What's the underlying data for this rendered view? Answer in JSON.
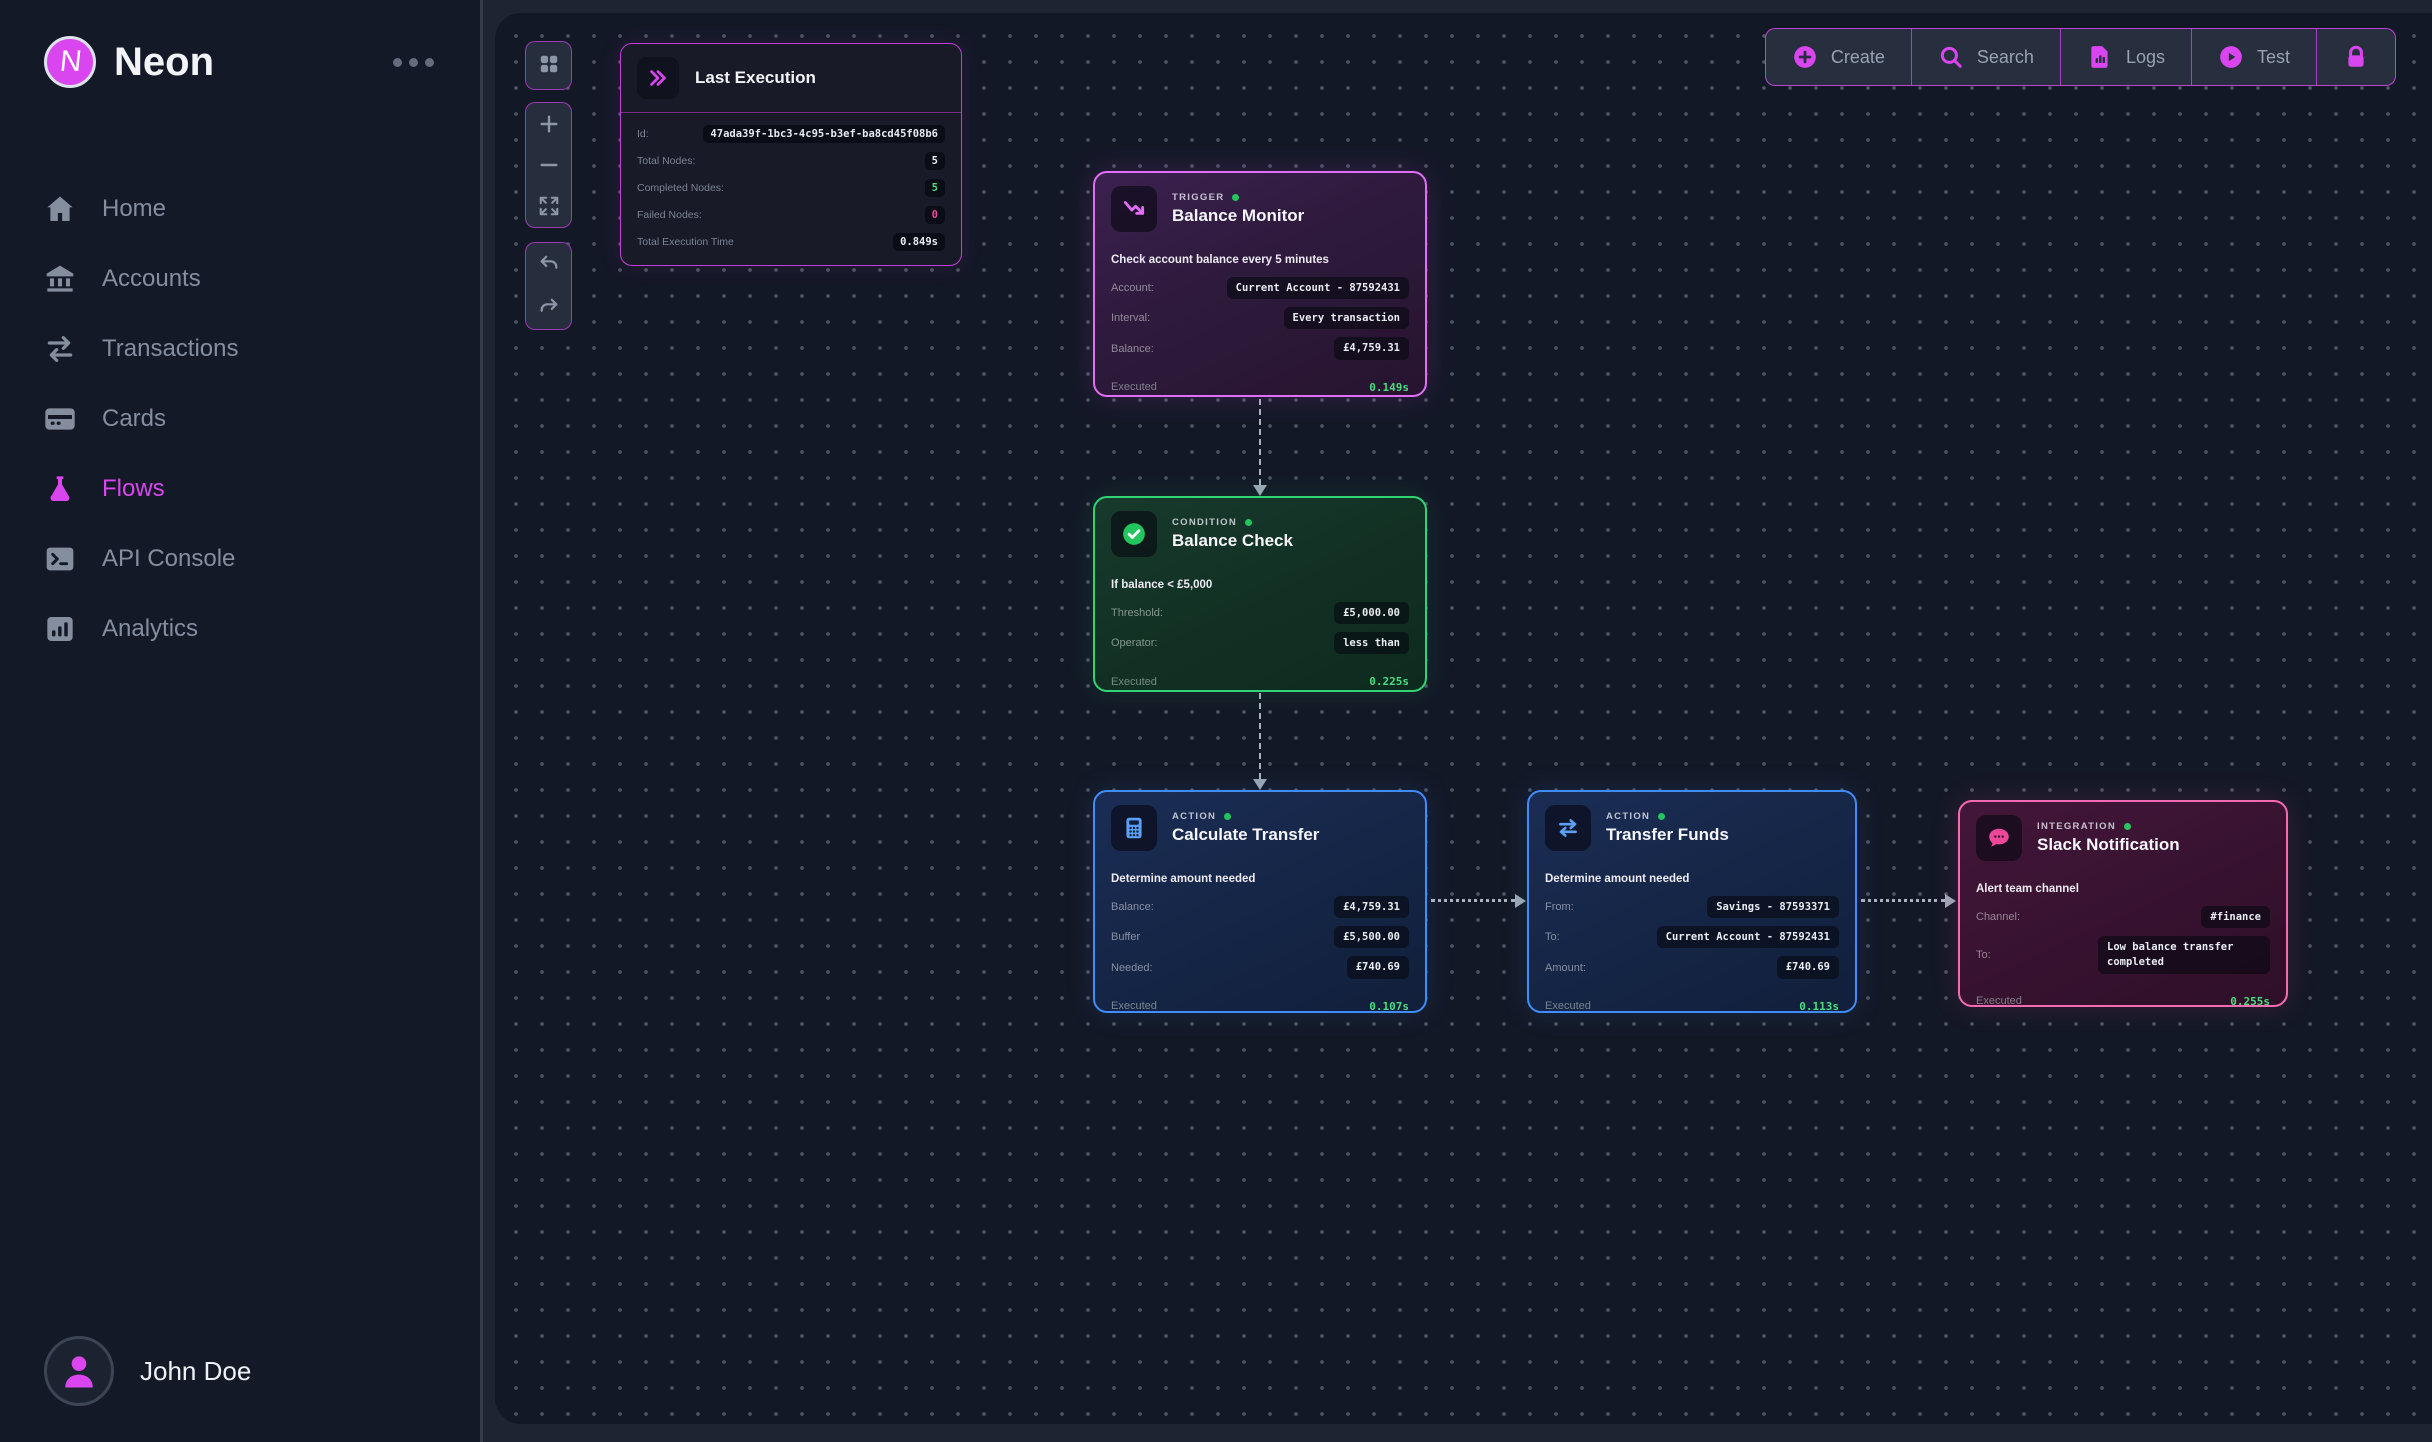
{
  "colors": {
    "accent_magenta": "#d946ef",
    "condition_green": "#22c55e",
    "action_blue": "#3b82f6",
    "integration_pink": "#ec4899",
    "success_green": "#4ade80",
    "failed_pink": "#ec4899"
  },
  "sidebar": {
    "logo_letter": "N",
    "app_name": "Neon",
    "menu_icon": "ellipsis-icon",
    "items": [
      {
        "label": "Home",
        "icon": "home-icon",
        "active": false
      },
      {
        "label": "Accounts",
        "icon": "bank-icon",
        "active": false
      },
      {
        "label": "Transactions",
        "icon": "transfer-arrows-icon",
        "active": false
      },
      {
        "label": "Cards",
        "icon": "credit-card-icon",
        "active": false
      },
      {
        "label": "Flows",
        "icon": "flask-icon",
        "active": true
      },
      {
        "label": "API Console",
        "icon": "terminal-icon",
        "active": false
      },
      {
        "label": "Analytics",
        "icon": "bar-chart-icon",
        "active": false
      }
    ],
    "user_name": "John Doe"
  },
  "toolbar": {
    "create_label": "Create",
    "search_label": "Search",
    "logs_label": "Logs",
    "test_label": "Test",
    "lock_icon": "lock-icon"
  },
  "canvas_controls": [
    "grid-icon",
    "zoom-in-icon",
    "zoom-out-icon",
    "fit-view-icon",
    "undo-icon",
    "redo-icon"
  ],
  "last_execution": {
    "title": "Last Execution",
    "rows": [
      {
        "label": "Id:",
        "value": "47ada39f-1bc3-4c95-b3ef-ba8cd45f08b6"
      },
      {
        "label": "Total Nodes:",
        "value": "5"
      },
      {
        "label": "Completed Nodes:",
        "value": "5"
      },
      {
        "label": "Failed Nodes:",
        "value": "0"
      },
      {
        "label": "Total Execution Time",
        "value": "0.849s"
      }
    ]
  },
  "nodes": [
    {
      "type": "TRIGGER",
      "title": "Balance Monitor",
      "icon": "trend-down-icon",
      "description": "Check account balance every 5 minutes",
      "rows": [
        {
          "label": "Account:",
          "value": "Current Account - 87592431"
        },
        {
          "label": "Interval:",
          "value": "Every transaction"
        },
        {
          "label": "Balance:",
          "value": "£4,759.31"
        }
      ],
      "executed_label": "Executed",
      "executed_time": "0.149s"
    },
    {
      "type": "CONDITION",
      "title": "Balance Check",
      "icon": "check-circle-icon",
      "description": "If balance < £5,000",
      "rows": [
        {
          "label": "Threshold:",
          "value": "£5,000.00"
        },
        {
          "label": "Operator:",
          "value": "less than"
        }
      ],
      "executed_label": "Executed",
      "executed_time": "0.225s"
    },
    {
      "type": "ACTION",
      "title": "Calculate Transfer",
      "icon": "calculator-icon",
      "description": "Determine amount needed",
      "rows": [
        {
          "label": "Balance:",
          "value": "£4,759.31"
        },
        {
          "label": "Buffer",
          "value": "£5,500.00"
        },
        {
          "label": "Needed:",
          "value": "£740.69"
        }
      ],
      "executed_label": "Executed",
      "executed_time": "0.107s"
    },
    {
      "type": "ACTION",
      "title": "Transfer Funds",
      "icon": "transfer-icon",
      "description": "Determine amount needed",
      "rows": [
        {
          "label": "From:",
          "value": "Savings - 87593371"
        },
        {
          "label": "To:",
          "value": "Current Account - 87592431"
        },
        {
          "label": "Amount:",
          "value": "£740.69"
        }
      ],
      "executed_label": "Executed",
      "executed_time": "0.113s"
    },
    {
      "type": "INTEGRATION",
      "title": "Slack Notification",
      "icon": "chat-bubble-icon",
      "description": "Alert team channel",
      "rows": [
        {
          "label": "Channel:",
          "value": "#finance"
        },
        {
          "label": "To:",
          "value": "Low balance transfer completed"
        }
      ],
      "executed_label": "Executed",
      "executed_time": "0.255s"
    }
  ]
}
